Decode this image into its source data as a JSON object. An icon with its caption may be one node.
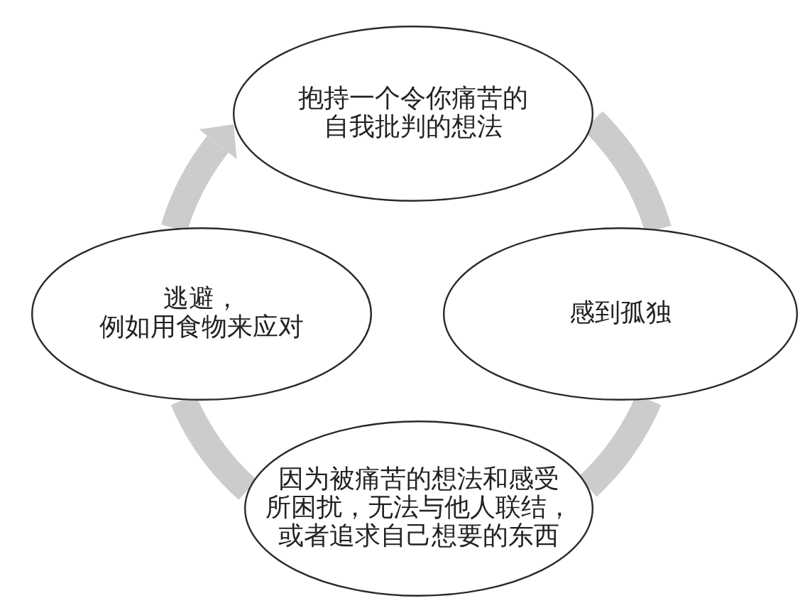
{
  "diagram": {
    "nodes": [
      {
        "text": [
          "抱持一个令你痛苦的自我批判的想法"
        ]
      },
      {
        "text": [
          "逃避，例如用食物来应对"
        ]
      },
      {
        "text": [
          "感到孤独"
        ]
      },
      {
        "text": [
          "因为被痛苦的想法和感受所困扰，无法与他人联结，或者追求自己想要的东西"
        ]
      }
    ],
    "edges": [
      {
        "from": 0,
        "to": 2,
        "arrow": "none"
      },
      {
        "from": 2,
        "to": 3,
        "arrow": "none"
      },
      {
        "from": 3,
        "to": 1,
        "arrow": "none"
      },
      {
        "from": 1,
        "to": 0,
        "arrow": "to"
      }
    ]
  }
}
